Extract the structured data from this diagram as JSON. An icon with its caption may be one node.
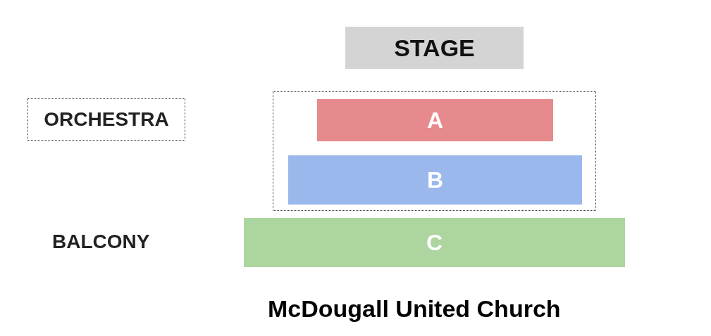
{
  "diagram": {
    "caption": "McDougall United Church",
    "nodes": [
      {
        "text": [
          "STAGE"
        ]
      },
      {
        "text": [
          "ORCHESTRA"
        ]
      },
      {
        "text": [],
        "shape": "box"
      },
      {
        "text": [
          "A"
        ],
        "in": 2
      },
      {
        "text": [
          "B"
        ],
        "in": 2
      },
      {
        "text": [
          "C"
        ]
      }
    ],
    "edges": [],
    "labels": [
      "BALCONY"
    ]
  }
}
